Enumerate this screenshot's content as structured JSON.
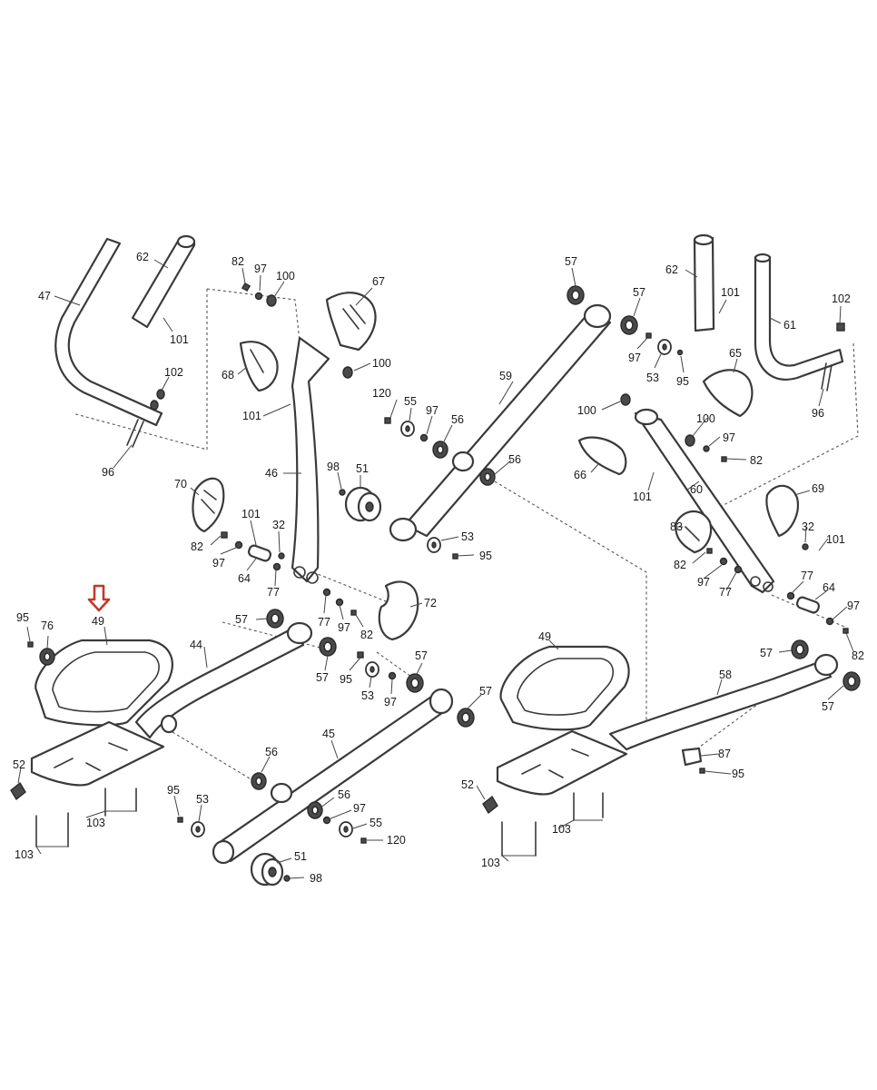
{
  "callout": {
    "part": "49",
    "color": "#c0392b"
  },
  "labels": [
    {
      "id": "l47",
      "text": "47"
    },
    {
      "id": "l62a",
      "text": "62"
    },
    {
      "id": "l101a",
      "text": "101"
    },
    {
      "id": "l102a",
      "text": "102"
    },
    {
      "id": "l96a",
      "text": "96"
    },
    {
      "id": "l82a",
      "text": "82"
    },
    {
      "id": "l97a",
      "text": "97"
    },
    {
      "id": "l100a",
      "text": "100"
    },
    {
      "id": "l67",
      "text": "67"
    },
    {
      "id": "l68",
      "text": "68"
    },
    {
      "id": "l100b",
      "text": "100"
    },
    {
      "id": "l101b",
      "text": "101"
    },
    {
      "id": "l120a",
      "text": "120"
    },
    {
      "id": "l55a",
      "text": "55"
    },
    {
      "id": "l97b",
      "text": "97"
    },
    {
      "id": "l56a",
      "text": "56"
    },
    {
      "id": "l46",
      "text": "46"
    },
    {
      "id": "l98a",
      "text": "98"
    },
    {
      "id": "l51a",
      "text": "51"
    },
    {
      "id": "l70",
      "text": "70"
    },
    {
      "id": "l101c",
      "text": "101"
    },
    {
      "id": "l32a",
      "text": "32"
    },
    {
      "id": "l82b",
      "text": "82"
    },
    {
      "id": "l97c",
      "text": "97"
    },
    {
      "id": "l64a",
      "text": "64"
    },
    {
      "id": "l77a",
      "text": "77"
    },
    {
      "id": "l57a",
      "text": "57"
    },
    {
      "id": "l77b",
      "text": "77"
    },
    {
      "id": "l97d",
      "text": "97"
    },
    {
      "id": "l82c",
      "text": "82"
    },
    {
      "id": "l72",
      "text": "72"
    },
    {
      "id": "l95a",
      "text": "95"
    },
    {
      "id": "l76",
      "text": "76"
    },
    {
      "id": "l49a",
      "text": "49"
    },
    {
      "id": "l44",
      "text": "44"
    },
    {
      "id": "l57b",
      "text": "57"
    },
    {
      "id": "l95b",
      "text": "95"
    },
    {
      "id": "l53a",
      "text": "53"
    },
    {
      "id": "l97e",
      "text": "97"
    },
    {
      "id": "l57c",
      "text": "57"
    },
    {
      "id": "l57d",
      "text": "57"
    },
    {
      "id": "l45",
      "text": "45"
    },
    {
      "id": "l56b",
      "text": "56"
    },
    {
      "id": "l52a",
      "text": "52"
    },
    {
      "id": "l103a",
      "text": "103"
    },
    {
      "id": "l103b",
      "text": "103"
    },
    {
      "id": "l95c",
      "text": "95"
    },
    {
      "id": "l53b",
      "text": "53"
    },
    {
      "id": "l56c",
      "text": "56"
    },
    {
      "id": "l97f",
      "text": "97"
    },
    {
      "id": "l55b",
      "text": "55"
    },
    {
      "id": "l120b",
      "text": "120"
    },
    {
      "id": "l51b",
      "text": "51"
    },
    {
      "id": "l98b",
      "text": "98"
    },
    {
      "id": "l57e",
      "text": "57"
    },
    {
      "id": "l57f",
      "text": "57"
    },
    {
      "id": "l97g",
      "text": "97"
    },
    {
      "id": "l53c",
      "text": "53"
    },
    {
      "id": "l95d",
      "text": "95"
    },
    {
      "id": "l59",
      "text": "59"
    },
    {
      "id": "l56d",
      "text": "56"
    },
    {
      "id": "l53d",
      "text": "53"
    },
    {
      "id": "l95e",
      "text": "95"
    },
    {
      "id": "l62b",
      "text": "62"
    },
    {
      "id": "l101d",
      "text": "101"
    },
    {
      "id": "l61",
      "text": "61"
    },
    {
      "id": "l102b",
      "text": "102"
    },
    {
      "id": "l65",
      "text": "65"
    },
    {
      "id": "l96b",
      "text": "96"
    },
    {
      "id": "l100c",
      "text": "100"
    },
    {
      "id": "l100d",
      "text": "100"
    },
    {
      "id": "l97h",
      "text": "97"
    },
    {
      "id": "l82d",
      "text": "82"
    },
    {
      "id": "l66",
      "text": "66"
    },
    {
      "id": "l101e",
      "text": "101"
    },
    {
      "id": "l60",
      "text": "60"
    },
    {
      "id": "l69",
      "text": "69"
    },
    {
      "id": "l83",
      "text": "83"
    },
    {
      "id": "l32b",
      "text": "32"
    },
    {
      "id": "l101f",
      "text": "101"
    },
    {
      "id": "l82e",
      "text": "82"
    },
    {
      "id": "l97i",
      "text": "97"
    },
    {
      "id": "l77c",
      "text": "77"
    },
    {
      "id": "l77d",
      "text": "77"
    },
    {
      "id": "l64b",
      "text": "64"
    },
    {
      "id": "l97j",
      "text": "97"
    },
    {
      "id": "l82f",
      "text": "82"
    },
    {
      "id": "l49b",
      "text": "49"
    },
    {
      "id": "l57g",
      "text": "57"
    },
    {
      "id": "l58",
      "text": "58"
    },
    {
      "id": "l57h",
      "text": "57"
    },
    {
      "id": "l87",
      "text": "87"
    },
    {
      "id": "l95f",
      "text": "95"
    },
    {
      "id": "l52b",
      "text": "52"
    },
    {
      "id": "l103c",
      "text": "103"
    },
    {
      "id": "l103d",
      "text": "103"
    }
  ]
}
